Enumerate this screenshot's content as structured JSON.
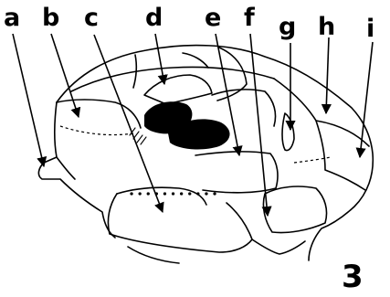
{
  "labels": {
    "a": "a",
    "b": "b",
    "c": "c",
    "d": "d",
    "e": "e",
    "f": "f",
    "g": "g",
    "h": "h",
    "i": "i"
  },
  "figure_number": "3",
  "colors": {
    "ink": "#000000",
    "background": "#ffffff"
  }
}
